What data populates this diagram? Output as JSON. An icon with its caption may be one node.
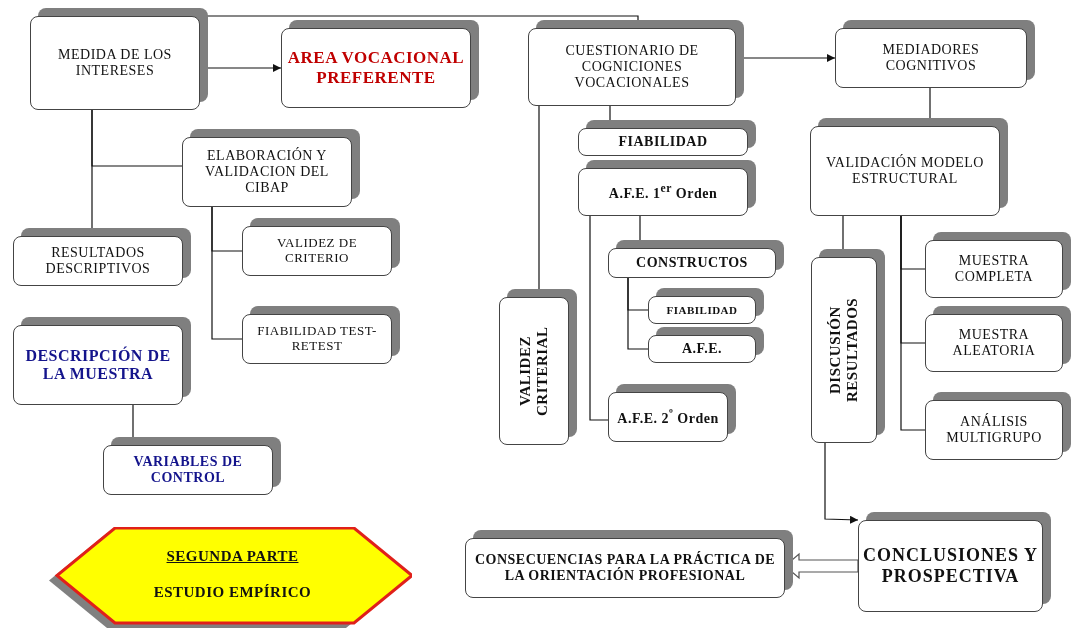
{
  "diagram": {
    "nodes": [
      {
        "text": [
          "MEDIDA DE LOS INTERESES"
        ]
      },
      {
        "text": [
          "AREA VOCACIONAL PREFERENTE"
        ]
      },
      {
        "text": [
          "ELABORACIÓN Y VALIDACION DEL CIBAP"
        ]
      },
      {
        "text": [
          "RESULTADOS DESCRIPTIVOS"
        ]
      },
      {
        "text": [
          "VALIDEZ DE CRITERIO"
        ]
      },
      {
        "text": [
          "FIABILIDAD TEST-RETEST"
        ]
      },
      {
        "text": [
          "DESCRIPCIÓN DE LA MUESTRA"
        ]
      },
      {
        "text": [
          "VARIABLES DE CONTROL"
        ]
      },
      {
        "text": [
          "SEGUNDA PARTE",
          "ESTUDIO EMPÍRICO"
        ]
      },
      {
        "text": [
          "CUESTIONARIO DE COGNICIONES VOCACIONALES"
        ]
      },
      {
        "text": [
          "FIABILIDAD"
        ]
      },
      {
        "text": [
          "A.F.E. 1$^{er}$ Orden"
        ]
      },
      {
        "text": [
          "CONSTRUCTOS"
        ]
      },
      {
        "text": [
          "FIABILIDAD"
        ]
      },
      {
        "text": [
          "A.F.E."
        ]
      },
      {
        "text": [
          "A.F.E. 2$^{º}$ Orden"
        ]
      },
      {
        "text": [
          "VALIDEZ CRITERIAL"
        ]
      },
      {
        "text": [
          "MEDIADORES COGNITIVOS"
        ]
      },
      {
        "text": [
          "VALIDACIÓN MODELO ESTRUCTURAL"
        ]
      },
      {
        "text": [
          "DISCUSIÓN RESULTADOS"
        ]
      },
      {
        "text": [
          "MUESTRA COMPLETA"
        ]
      },
      {
        "text": [
          "MUESTRA ALEATORIA"
        ]
      },
      {
        "text": [
          "ANÁLISIS MULTIGRUPO"
        ]
      },
      {
        "text": [
          "CONSECUENCIAS PARA LA PRÁCTICA DE LA ORIENTACIÓN PROFESIONAL"
        ]
      },
      {
        "text": [
          "CONCLUSIONES Y PROSPECTIVA"
        ]
      }
    ],
    "edges": [
      {
        "from": 0,
        "to": 1,
        "arrow": "to"
      },
      {
        "from": 0,
        "to": 3,
        "arrow": "to"
      },
      {
        "from": 0,
        "to": 2,
        "arrow": "none"
      },
      {
        "from": 0,
        "to": 9,
        "arrow": "none"
      },
      {
        "from": 2,
        "to": 4,
        "arrow": "none"
      },
      {
        "from": 2,
        "to": 5,
        "arrow": "none"
      },
      {
        "from": 6,
        "to": 7,
        "arrow": "none"
      },
      {
        "from": 9,
        "to": 17,
        "arrow": "to"
      },
      {
        "from": 9,
        "to": 10,
        "arrow": "none"
      },
      {
        "from": 9,
        "to": 16,
        "arrow": "none"
      },
      {
        "from": 11,
        "to": 12,
        "arrow": "to"
      },
      {
        "from": 11,
        "to": 15,
        "arrow": "none"
      },
      {
        "from": 12,
        "to": 13,
        "arrow": "none"
      },
      {
        "from": 12,
        "to": 14,
        "arrow": "none"
      },
      {
        "from": 17,
        "to": 18,
        "arrow": "to"
      },
      {
        "from": 18,
        "to": 19,
        "arrow": "none"
      },
      {
        "from": 18,
        "to": 20,
        "arrow": "none"
      },
      {
        "from": 18,
        "to": 21,
        "arrow": "none"
      },
      {
        "from": 18,
        "to": 22,
        "arrow": "none"
      },
      {
        "from": 19,
        "to": 24,
        "arrow": "to"
      },
      {
        "from": 24,
        "to": 23,
        "arrow": "to",
        "style": "thick"
      }
    ]
  }
}
